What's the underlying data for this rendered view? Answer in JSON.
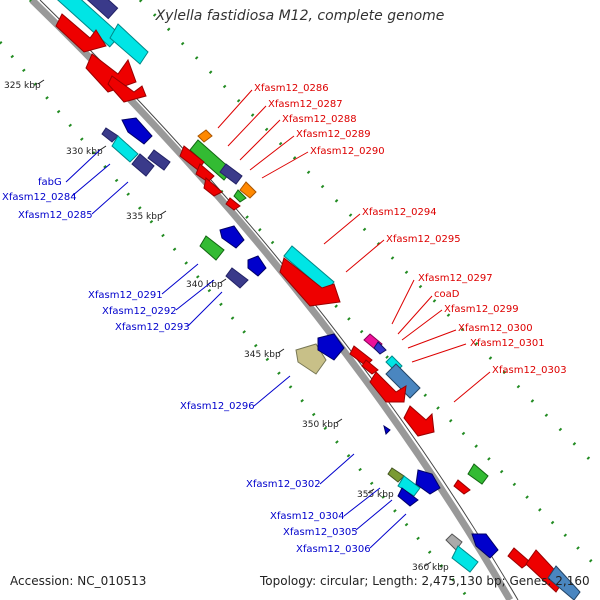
{
  "title": "Xylella fastidiosa M12, complete genome",
  "footer": {
    "accession": "Accession: NC_010513",
    "stats": "Topology: circular; Length: 2,475,130 bp; Genes: 2,160"
  },
  "colors": {
    "forward_label": "#dd0000",
    "reverse_label": "#0000cc",
    "backbone": "#888888",
    "gc_dots": "#228b22"
  },
  "ticks": [
    "325 kbp",
    "330 kbp",
    "335 kbp",
    "340 kbp",
    "345 kbp",
    "350 kbp",
    "355 kbp",
    "360 kbp"
  ],
  "forward_labels": [
    "Xfasm12_0286",
    "Xfasm12_0287",
    "Xfasm12_0288",
    "Xfasm12_0289",
    "Xfasm12_0290",
    "Xfasm12_0294",
    "Xfasm12_0295",
    "Xfasm12_0297",
    "coaD",
    "Xfasm12_0299",
    "Xfasm12_0300",
    "Xfasm12_0301",
    "Xfasm12_0303"
  ],
  "reverse_labels": [
    "fabG",
    "Xfasm12_0284",
    "Xfasm12_0285",
    "Xfasm12_0291",
    "Xfasm12_0292",
    "Xfasm12_0293",
    "Xfasm12_0296",
    "Xfasm12_0302",
    "Xfasm12_0304",
    "Xfasm12_0305",
    "Xfasm12_0306"
  ]
}
